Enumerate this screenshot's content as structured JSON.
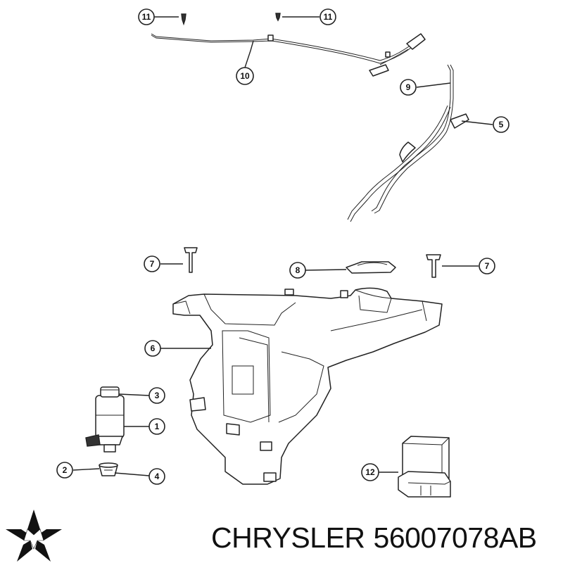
{
  "callouts": [
    {
      "id": "callout-1",
      "label": "1"
    },
    {
      "id": "callout-2",
      "label": "2"
    },
    {
      "id": "callout-3",
      "label": "3"
    },
    {
      "id": "callout-4",
      "label": "4"
    },
    {
      "id": "callout-5",
      "label": "5"
    },
    {
      "id": "callout-6",
      "label": "6"
    },
    {
      "id": "callout-7a",
      "label": "7"
    },
    {
      "id": "callout-7b",
      "label": "7"
    },
    {
      "id": "callout-8",
      "label": "8"
    },
    {
      "id": "callout-9",
      "label": "9"
    },
    {
      "id": "callout-10",
      "label": "10"
    },
    {
      "id": "callout-11a",
      "label": "11"
    },
    {
      "id": "callout-11b",
      "label": "11"
    },
    {
      "id": "callout-12",
      "label": "12"
    }
  ],
  "footer": {
    "brand": "CHRYSLER",
    "part_number": "56007078AB"
  },
  "logo": {
    "icon": "chrysler-pentastar-icon",
    "color": "#111111"
  }
}
